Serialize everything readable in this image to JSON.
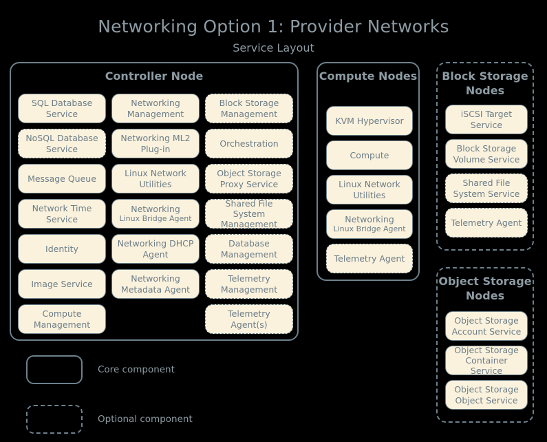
{
  "header": {
    "title": "Networking Option 1: Provider Networks",
    "subtitle": "Service Layout"
  },
  "colors": {
    "background": "#000000",
    "box_fill": "#fbf2dd",
    "border": "#6d818c",
    "text": "#8d9ba3",
    "box_text": "#6b7d88"
  },
  "controller_node": {
    "title": "Controller Node",
    "border_style": "solid",
    "services": [
      {
        "label": "SQL Database Service",
        "style": "core"
      },
      {
        "label": "Networking Management",
        "style": "core"
      },
      {
        "label": "Block Storage Management",
        "style": "optional"
      },
      {
        "label": "NoSQL Database Service",
        "style": "optional"
      },
      {
        "label": "Networking ML2 Plug-in",
        "style": "core"
      },
      {
        "label": "Orchestration",
        "style": "optional"
      },
      {
        "label": "Message Queue",
        "style": "core"
      },
      {
        "label": "Linux Network Utilities",
        "style": "core"
      },
      {
        "label": "Object Storage Proxy Service",
        "style": "optional"
      },
      {
        "label": "Network Time Service",
        "style": "core"
      },
      {
        "label": "Networking",
        "sub": "Linux Bridge Agent",
        "style": "core"
      },
      {
        "label": "Shared File System Management",
        "style": "optional"
      },
      {
        "label": "Identity",
        "style": "core"
      },
      {
        "label": "Networking DHCP Agent",
        "style": "core"
      },
      {
        "label": "Database Management",
        "style": "optional"
      },
      {
        "label": "Image Service",
        "style": "core"
      },
      {
        "label": "Networking Metadata Agent",
        "style": "core"
      },
      {
        "label": "Telemetry Management",
        "style": "optional"
      },
      {
        "label": "Compute Management",
        "style": "core"
      },
      {
        "label": "",
        "style": "spacer"
      },
      {
        "label": "Telemetry Agent(s)",
        "style": "optional"
      }
    ]
  },
  "compute_nodes": {
    "title": "Compute Nodes",
    "border_style": "solid",
    "services": [
      {
        "label": "KVM Hypervisor",
        "style": "core"
      },
      {
        "label": "Compute",
        "style": "core"
      },
      {
        "label": "Linux Network Utilities",
        "style": "core"
      },
      {
        "label": "Networking",
        "sub": "Linux Bridge Agent",
        "style": "core"
      },
      {
        "label": "Telemetry Agent",
        "style": "optional"
      }
    ]
  },
  "block_storage_nodes": {
    "title": "Block Storage Nodes",
    "border_style": "dashed",
    "services": [
      {
        "label": "iSCSI Target Service",
        "style": "core"
      },
      {
        "label": "Block Storage Volume Service",
        "style": "core"
      },
      {
        "label": "Shared File System Service",
        "style": "optional"
      },
      {
        "label": "Telemetry Agent",
        "style": "optional"
      }
    ]
  },
  "object_storage_nodes": {
    "title": "Object Storage Nodes",
    "border_style": "dashed",
    "services": [
      {
        "label": "Object Storage Account Service",
        "style": "core"
      },
      {
        "label": "Object Storage Container Service",
        "style": "core"
      },
      {
        "label": "Object Storage Object Service",
        "style": "core"
      }
    ]
  },
  "legend": {
    "items": [
      {
        "style": "core",
        "label": "Core component"
      },
      {
        "style": "optional",
        "label": "Optional component"
      }
    ]
  }
}
